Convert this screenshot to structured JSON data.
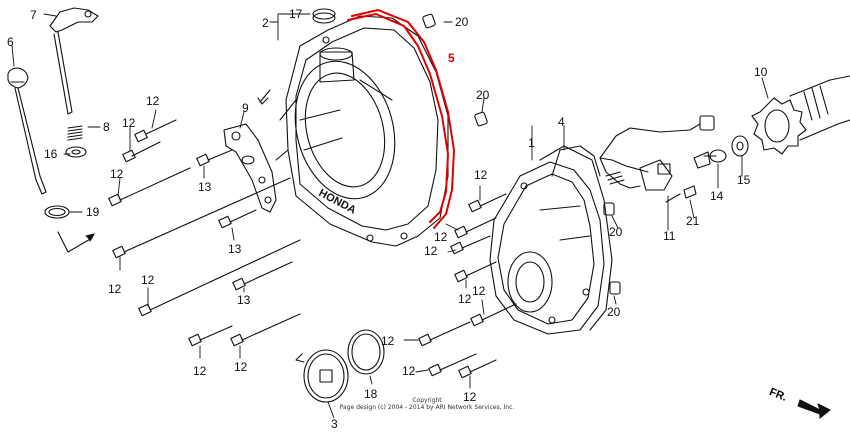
{
  "diagram": {
    "callouts": [
      {
        "id": "c7",
        "text": "7",
        "highlight": false
      },
      {
        "id": "c6",
        "text": "6",
        "highlight": false
      },
      {
        "id": "c8",
        "text": "8",
        "highlight": false
      },
      {
        "id": "c16",
        "text": "16",
        "highlight": false
      },
      {
        "id": "c19",
        "text": "19",
        "highlight": false
      },
      {
        "id": "c2",
        "text": "2",
        "highlight": false
      },
      {
        "id": "c17",
        "text": "17",
        "highlight": false
      },
      {
        "id": "c20a",
        "text": "20",
        "highlight": false
      },
      {
        "id": "c5",
        "text": "5",
        "highlight": true
      },
      {
        "id": "c20b",
        "text": "20",
        "highlight": false
      },
      {
        "id": "c9",
        "text": "9",
        "highlight": false
      },
      {
        "id": "c12a",
        "text": "12",
        "highlight": false
      },
      {
        "id": "c12b",
        "text": "12",
        "highlight": false
      },
      {
        "id": "c12c",
        "text": "12",
        "highlight": false
      },
      {
        "id": "c13a",
        "text": "13",
        "highlight": false
      },
      {
        "id": "c13b",
        "text": "13",
        "highlight": false
      },
      {
        "id": "c12d",
        "text": "12",
        "highlight": false
      },
      {
        "id": "c12e",
        "text": "12",
        "highlight": false
      },
      {
        "id": "c13c",
        "text": "13",
        "highlight": false
      },
      {
        "id": "c12f",
        "text": "12",
        "highlight": false
      },
      {
        "id": "c12g",
        "text": "12",
        "highlight": false
      },
      {
        "id": "c1",
        "text": "1",
        "highlight": false
      },
      {
        "id": "c4",
        "text": "4",
        "highlight": false
      },
      {
        "id": "c12h",
        "text": "12",
        "highlight": false
      },
      {
        "id": "c12i",
        "text": "12",
        "highlight": false
      },
      {
        "id": "c12j",
        "text": "12",
        "highlight": false
      },
      {
        "id": "c12k",
        "text": "12",
        "highlight": false
      },
      {
        "id": "c20c",
        "text": "20",
        "highlight": false
      },
      {
        "id": "c20d",
        "text": "20",
        "highlight": false
      },
      {
        "id": "c12l",
        "text": "12",
        "highlight": false
      },
      {
        "id": "c12m",
        "text": "12",
        "highlight": false
      },
      {
        "id": "c12n",
        "text": "12",
        "highlight": false
      },
      {
        "id": "c12o",
        "text": "12",
        "highlight": false
      },
      {
        "id": "c18",
        "text": "18",
        "highlight": false
      },
      {
        "id": "c3",
        "text": "3",
        "highlight": false
      },
      {
        "id": "c10",
        "text": "10",
        "highlight": false
      },
      {
        "id": "c11",
        "text": "11",
        "highlight": false
      },
      {
        "id": "c14",
        "text": "14",
        "highlight": false
      },
      {
        "id": "c15",
        "text": "15",
        "highlight": false
      },
      {
        "id": "c21",
        "text": "21",
        "highlight": false
      }
    ],
    "copyright_line1": "Copyright",
    "copyright_line2": "Page design (c) 2004 - 2014 by ARI Network Services, Inc.",
    "direction_label": "FR.",
    "cover_brand_text": "HONDA",
    "highlight_color": "#e00000",
    "line_color": "#111111"
  }
}
